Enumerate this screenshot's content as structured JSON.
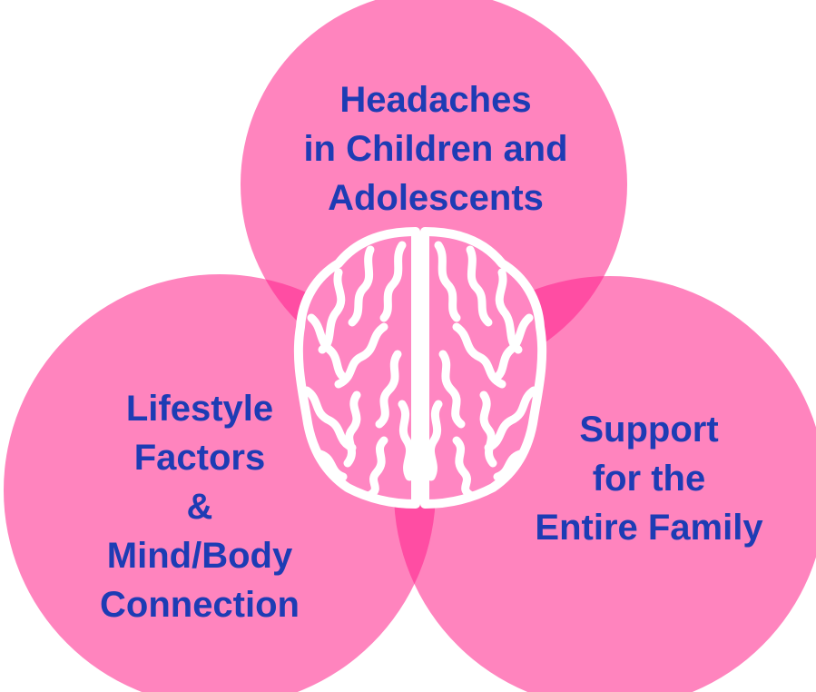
{
  "colors": {
    "circle_fill": "#ff6eb4",
    "overlap_fill": "#ff4da3",
    "text": "#1d3cb4",
    "brain_stroke": "#ffffff",
    "background": "#ffffff"
  },
  "icons": {
    "center": "brain-icon"
  },
  "circles": {
    "top": {
      "lines": [
        "Headaches",
        "in Children and",
        "Adolescents"
      ]
    },
    "left": {
      "lines": [
        "Lifestyle",
        "Factors",
        "&",
        "Mind/Body",
        "Connection"
      ]
    },
    "right": {
      "lines": [
        "Support",
        "for the",
        "Entire Family"
      ]
    }
  }
}
